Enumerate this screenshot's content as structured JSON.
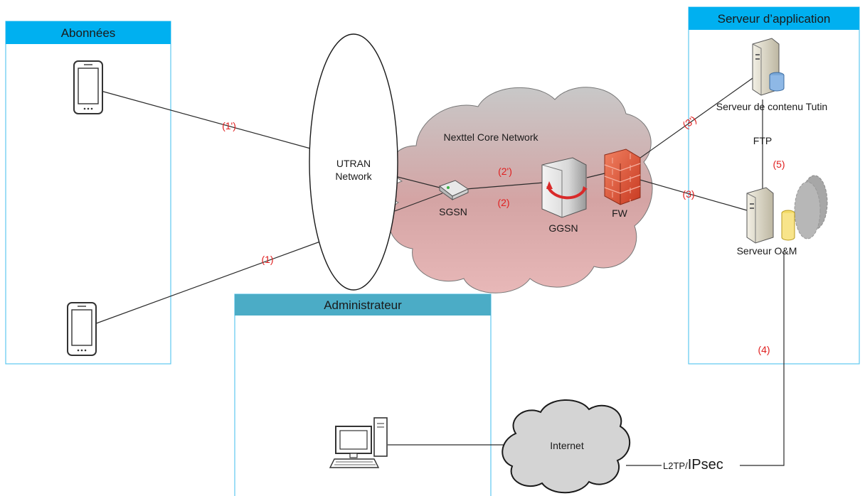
{
  "zones": {
    "subscribers": "Abonnées",
    "app_server": "Serveur d’application",
    "admin": "Administrateur"
  },
  "nodes": {
    "utran_line1": "UTRAN",
    "utran_line2": "Network",
    "core": "Nexttel Core Network",
    "sgsn": "SGSN",
    "ggsn": "GGSN",
    "fw": "FW",
    "content_server": "Serveur de contenu Tutin",
    "om_server": "Serveur O&M",
    "internet": "Internet",
    "ftp": "FTP",
    "vpn_small": "L2TP/",
    "vpn_large": "IPsec"
  },
  "links": {
    "l1p": "(1')",
    "l1": "(1)",
    "l2p": "(2')",
    "l2": "(2)",
    "l3p": "(3')",
    "l3": "(3)",
    "l4": "(4)",
    "l5": "(5)"
  },
  "colors": {
    "zone_header": "#00b0f0",
    "zone_border": "#5ec8f0",
    "admin_header": "#4bacc6",
    "core_cloud": "#d9a3a3",
    "internet_cloud": "#d3d3d3",
    "link_label": "#e02020",
    "firewall": "#e8543a"
  }
}
